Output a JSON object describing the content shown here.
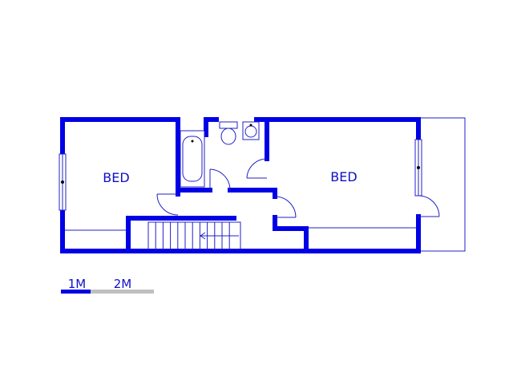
{
  "rooms": {
    "left_bedroom": "BED",
    "right_bedroom": "BED"
  },
  "scale_bar": {
    "first_label": "1M",
    "second_label": "2M"
  },
  "colors": {
    "wall": "#0000e6",
    "thin_line": "#2020c8",
    "scale_first": "#0000e6",
    "scale_second": "#c0c0c0",
    "text": "#1010c8"
  }
}
